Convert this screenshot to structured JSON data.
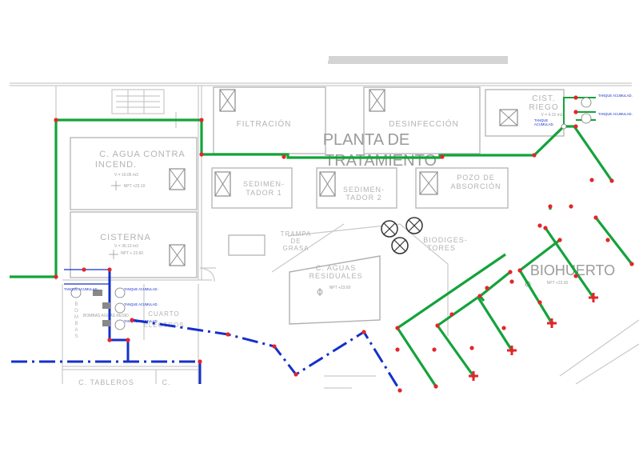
{
  "labels": {
    "planta_line1": "PLANTA DE",
    "planta_line2": "TRATAMIENTO",
    "filtracion": "FILTRACIÓN",
    "desinfeccion": "DESINFECCIÓN",
    "cist_riego_1": "CIST.",
    "cist_riego_2": "RIEGO",
    "cist_riego_vol": "V = 4.15 m3",
    "agua_contra_1": "C. AGUA CONTRA",
    "agua_contra_2": "INCEND.",
    "agua_contra_vol": "V = 16.06 m3",
    "agua_contra_npt": "NPT +23.10",
    "cisterna": "CISTERNA",
    "cisterna_vol": "V = 36.13 m3",
    "cisterna_npt": "NPT + 22.60",
    "sedimentador1_1": "SEDIMEN-",
    "sedimentador1_2": "TADOR 1",
    "sedimentador2_1": "SEDIMEN-",
    "sedimentador2_2": "TADOR 2",
    "pozo_1": "POZO DE",
    "pozo_2": "ABSORCIÓN",
    "trampa_1": "TRAMPA",
    "trampa_2": "DE",
    "trampa_3": "GRASA",
    "biodig_1": "BIODIGES-",
    "biodig_2": "TORES",
    "aguas_res_1": "C. AGUAS",
    "aguas_res_2": "RESIDUALES",
    "aguas_res_npt": "NPT +23.60",
    "biohuerto": "BIOHUERTO",
    "biohuerto_npt": "NPT +23.90",
    "bombas_col": "BOMBAS AGUAS RESID.",
    "cuarto_1": "CUARTO",
    "cuarto_2": "ELECTROS",
    "tableros": "C. TABLEROS",
    "c_short": "C.",
    "tanque_1": "TANQUE",
    "tanque_2": "ACUMULAD.",
    "tanque_a": "TANQUE ACUMULAD.",
    "tanque_b": "TANQUE ACUMULAD.",
    "tanque_c": "TANQUE ACUMULAD.",
    "tanque_d": "TANQUE ACUMULAD.",
    "tanque_e": "TANQUE ACUMULAD.",
    "tanque_f": "TANQUE ACUMULAD."
  },
  "colors": {
    "riego_line": "#13a33a",
    "desague_line": "#1530c9",
    "nodes": "#e2262a",
    "walls": "#c9c9c9"
  }
}
